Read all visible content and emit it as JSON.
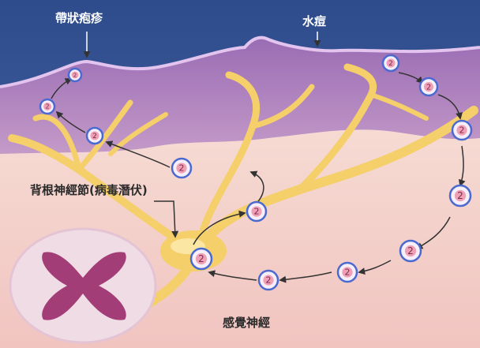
{
  "labels": {
    "shingles": "帶狀疱疹",
    "chickenpox": "水痘",
    "dorsal_root_ganglion": "背根神經節(病毒潛伏)",
    "sensory_nerve": "感覺神經"
  },
  "colors": {
    "sky": "#3a5a9a",
    "skin_surface": "#8a5ea8",
    "skin_layer": "#b48ac0",
    "tissue": "#f5d2cc",
    "nerve": "#f4cf6a",
    "spinal_cord": "#f0dce4",
    "gray_matter": "#a33d78",
    "virus_ring": "#4a6ad0",
    "virus_core": "#f0a0b4",
    "label_light": "#ffffff",
    "label_dark": "#2a2a2a"
  },
  "icons": {
    "virus": "virus-particle-icon",
    "arrow": "arrow-icon"
  },
  "virus_glyph": "2"
}
